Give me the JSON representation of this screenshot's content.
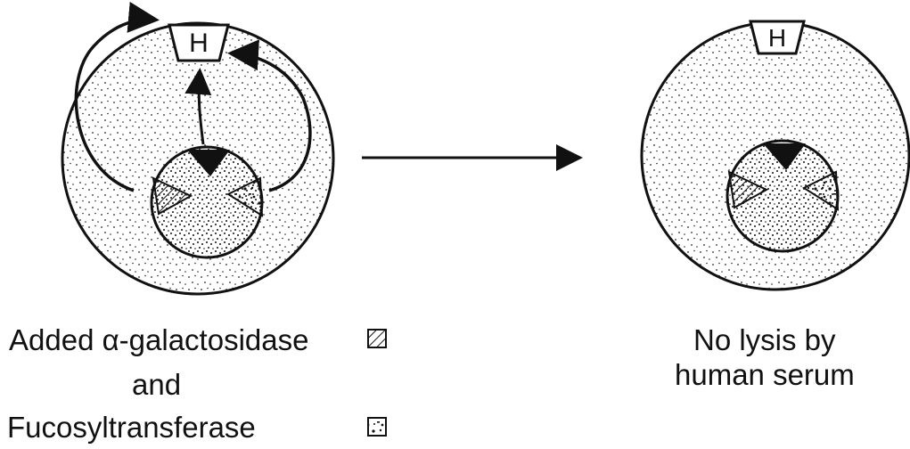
{
  "left_cell": {
    "h_label": "H",
    "caption_line1_text": "Added ",
    "caption_line1_greek": "α",
    "caption_line1_rest": "-galactosidase",
    "caption_line2": "and",
    "caption_line3": "Fucosyltransferase"
  },
  "right_cell": {
    "h_label": "H",
    "caption_line1": "No lysis by",
    "caption_line2": "human serum"
  },
  "legend": [
    {
      "pattern": "hatched",
      "meaning": "α-galactosidase"
    },
    {
      "pattern": "dotted",
      "meaning": "Fucosyltransferase"
    }
  ],
  "colors": {
    "ink": "#111111",
    "background": "#ffffff"
  }
}
